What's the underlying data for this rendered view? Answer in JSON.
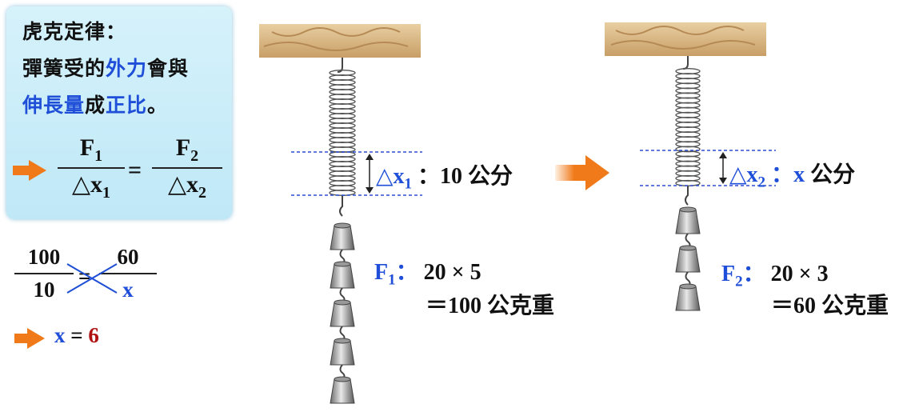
{
  "law": {
    "title": "虎克定律：",
    "line2_a": "彈簧受的",
    "line2_b": "外力",
    "line2_c": "會與",
    "line3_a": "伸長量",
    "line3_b": "成",
    "line3_c": "正比",
    "line3_d": "。",
    "formula": {
      "num1": "F",
      "num1_sub": "1",
      "den1": "△x",
      "den1_sub": "1",
      "eq": "=",
      "num2": "F",
      "num2_sub": "2",
      "den2": "△x",
      "den2_sub": "2"
    }
  },
  "solve": {
    "num_left": "100",
    "den_left": "10",
    "eq": "=",
    "num_right": "60",
    "den_right": "x",
    "result_var": "x",
    "result_eq": "=",
    "result_val": "6"
  },
  "setup1": {
    "delta_label": "△x",
    "delta_sub": "1",
    "delta_value": "：10 公分",
    "force_label": "F",
    "force_sub": "1",
    "force_colon": "：",
    "force_line1": "20 × 5",
    "force_line2": "＝100 公克重",
    "weights": 5
  },
  "setup2": {
    "delta_label": "△x",
    "delta_sub": "2",
    "delta_colon": "：",
    "delta_var": "x",
    "delta_unit": "公分",
    "force_label": "F",
    "force_sub": "2",
    "force_colon": "：",
    "force_line1": "20 × 3",
    "force_line2": "＝60 公克重",
    "weights": 3
  },
  "colors": {
    "accent_blue": "#1f4fd8",
    "arrow_orange": "#f07a1a",
    "result_red": "#b01010",
    "wood": "#d9b98a"
  }
}
